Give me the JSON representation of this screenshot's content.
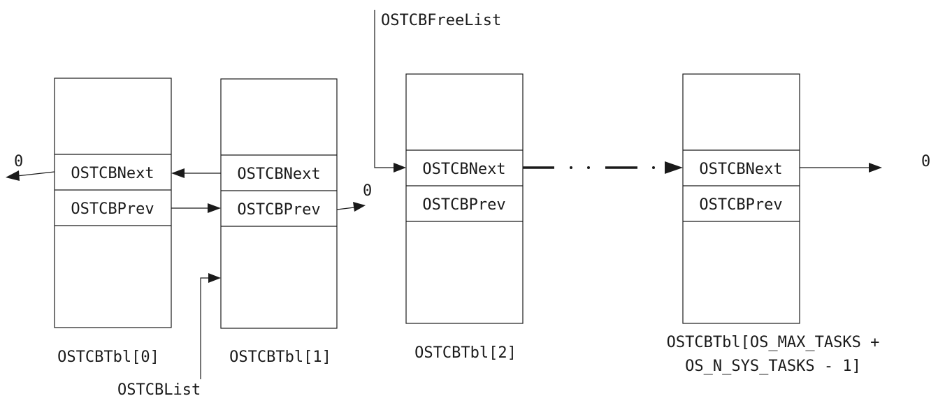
{
  "tcb_tables": [
    {
      "label": "OSTCBTbl[0]",
      "next_label": "OSTCBNext",
      "prev_label": "OSTCBPrev"
    },
    {
      "label": "OSTCBTbl[1]",
      "next_label": "OSTCBNext",
      "prev_label": "OSTCBPrev"
    },
    {
      "label": "OSTCBTbl[2]",
      "next_label": "OSTCBNext",
      "prev_label": "OSTCBPrev"
    },
    {
      "label_line1": "OSTCBTbl[OS_MAX_TASKS +",
      "label_line2": "OS_N_SYS_TASKS - 1]",
      "next_label": "OSTCBNext",
      "prev_label": "OSTCBPrev"
    }
  ],
  "pointers": {
    "free_list": "OSTCBFreeList",
    "list": "OSTCBList"
  },
  "null_markers": [
    "0",
    "0",
    "0"
  ]
}
